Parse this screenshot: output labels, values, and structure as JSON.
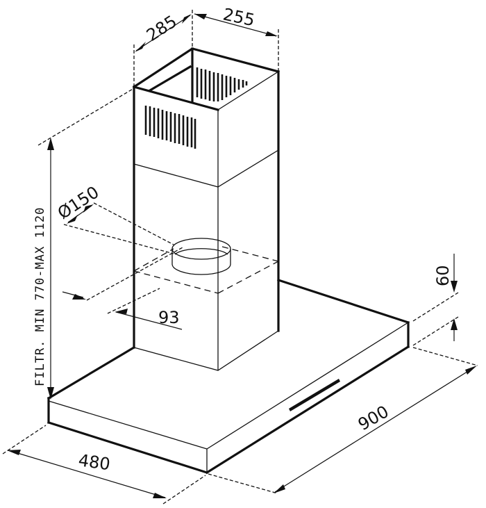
{
  "drawing": {
    "subject": "Chimney range hood dimension drawing",
    "units": "mm",
    "colors": {
      "line": "#111111",
      "background": "#ffffff"
    },
    "dimensions": {
      "chimney_depth": "285",
      "chimney_width": "255",
      "duct_diameter": "Ø150",
      "duct_offset": "93",
      "height_range": "FILTR. MIN 770-MAX 1120",
      "canopy_height": "60",
      "canopy_width": "900",
      "canopy_depth": "480"
    }
  }
}
